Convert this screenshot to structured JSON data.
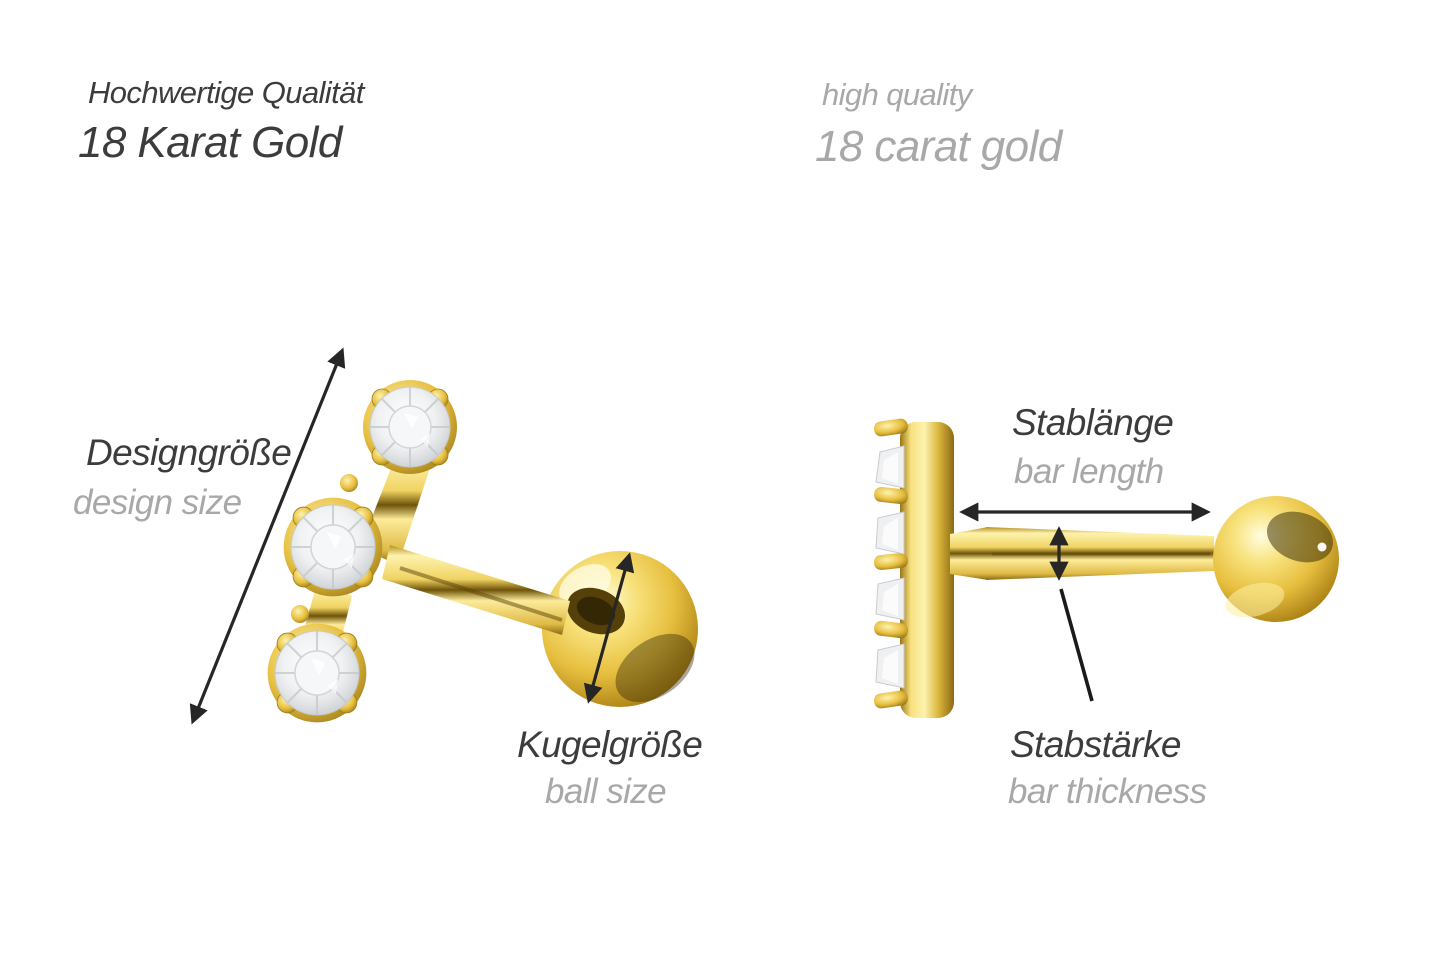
{
  "page": {
    "background_color": "#ffffff"
  },
  "colors": {
    "text_dark": "#3c3c3c",
    "text_gray": "#a8a8a8",
    "arrow": "#262626",
    "gold_light": "#fdf3ae",
    "gold_mid": "#e7bf3f",
    "gold_dark": "#7a5c10",
    "crystal_white": "#f0f1f2"
  },
  "quality_header": {
    "de": {
      "subtitle": "Hochwertige Qualität",
      "title": "18 Karat Gold"
    },
    "en": {
      "subtitle": "high quality",
      "title": "18 carat gold"
    }
  },
  "annotations": {
    "design_size": {
      "de": "Designgröße",
      "en": "design size"
    },
    "ball_size": {
      "de": "Kugelgröße",
      "en": "ball size"
    },
    "bar_length": {
      "de": "Stablänge",
      "en": "bar length"
    },
    "bar_thickness": {
      "de": "Stabstärke",
      "en": "bar thickness"
    }
  },
  "icons": {
    "design_size_arrow": "diagonal-double-arrow",
    "ball_size_arrow": "diagonal-double-arrow",
    "bar_length_arrow": "horizontal-double-arrow",
    "bar_thickness_arrow": "vertical-double-arrow",
    "bar_thickness_pointer": "leader-line"
  }
}
